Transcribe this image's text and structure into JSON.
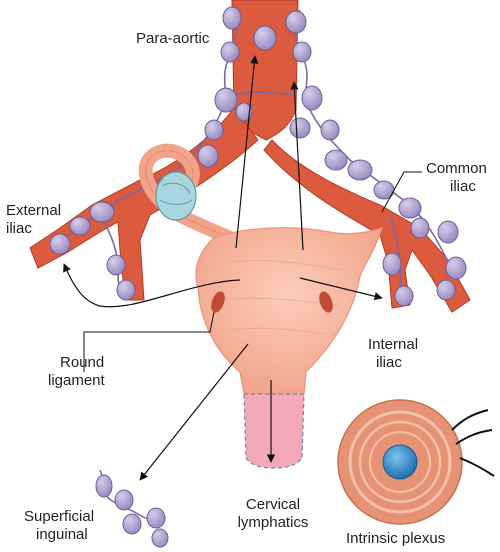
{
  "labels": {
    "para_aortic": "Para-aortic",
    "common_iliac": [
      "Common",
      "iliac"
    ],
    "external_iliac": [
      "External",
      "iliac"
    ],
    "round_ligament": [
      "Round",
      "ligament"
    ],
    "internal_iliac": [
      "Internal",
      "iliac"
    ],
    "cervical_lymphatics": [
      "Cervical",
      "lymphatics"
    ],
    "superficial_inguinal": [
      "Superficial",
      "inguinal"
    ],
    "intrinsic_plexus": "Intrinsic plexus"
  },
  "colors": {
    "vessel": "#dc5a3e",
    "vessel_dark": "#b53a25",
    "node": "#b0a2d2",
    "node_outline": "#6e5f96",
    "uterus": "#f7b7a1",
    "uterus_outline": "#e9937c",
    "cervix_tip": "#f4a9b8",
    "ovary": "#a9d6de",
    "plexus_core": "#2f8fd0",
    "plexus_ring": "#e59374",
    "arrow": "#111111"
  }
}
